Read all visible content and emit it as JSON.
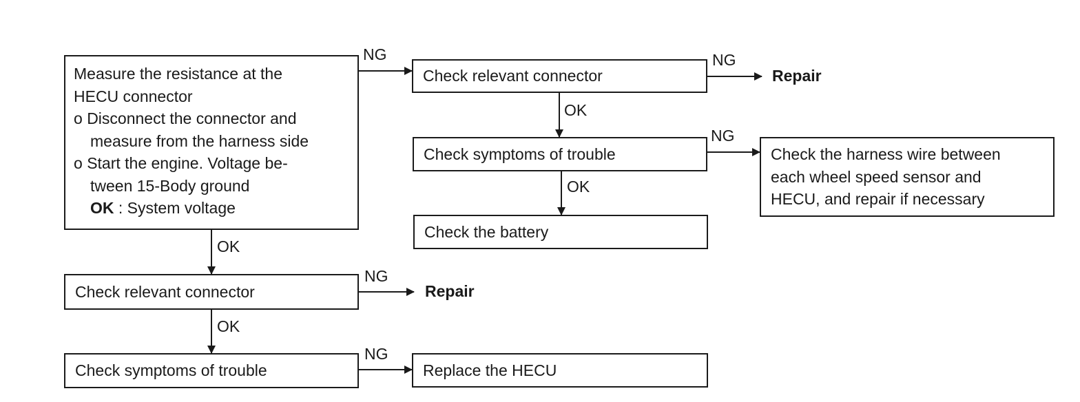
{
  "boxes": {
    "measure": {
      "title_lines": [
        "Measure the resistance at the",
        "HECU connector"
      ],
      "bullets": [
        {
          "marker": "o",
          "lines": [
            "Disconnect the connector and",
            "measure from the harness side"
          ]
        },
        {
          "marker": "o",
          "lines": [
            "Start the engine. Voltage be-",
            "tween 15-Body ground"
          ]
        }
      ],
      "ok_label": "OK",
      "ok_text": " : System voltage"
    },
    "check_connector_top": "Check relevant connector",
    "check_symptoms_top": "Check symptoms of trouble",
    "check_battery": "Check the battery",
    "check_harness": [
      "Check the harness wire between",
      "each wheel speed sensor and",
      "HECU, and repair if necessary"
    ],
    "check_connector_bottom": "Check relevant connector",
    "check_symptoms_bottom": "Check symptoms of trouble",
    "replace_hecu": "Replace the HECU"
  },
  "labels": {
    "ng": "NG",
    "ok": "OK",
    "repair": "Repair"
  }
}
